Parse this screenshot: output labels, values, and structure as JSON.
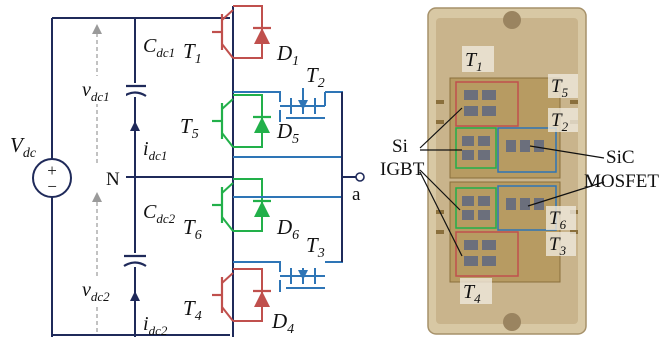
{
  "schematic": {
    "source": {
      "label": "V",
      "sub": "dc",
      "plus": "+",
      "minus": "−"
    },
    "caps": [
      {
        "label": "C",
        "sub": "dc1"
      },
      {
        "label": "C",
        "sub": "dc2"
      }
    ],
    "voltages": [
      {
        "label": "v",
        "sub": "dc1"
      },
      {
        "label": "v",
        "sub": "dc2"
      }
    ],
    "currents": [
      {
        "label": "i",
        "sub": "dc1"
      },
      {
        "label": "i",
        "sub": "dc2"
      }
    ],
    "neutral": "N",
    "output": "a",
    "igbts": [
      {
        "T": "T",
        "t_sub": "1",
        "D": "D",
        "d_sub": "1",
        "color": "#c0504d"
      },
      {
        "T": "T",
        "t_sub": "5",
        "D": "D",
        "d_sub": "5",
        "color": "#22b04a"
      },
      {
        "T": "T",
        "t_sub": "6",
        "D": "D",
        "d_sub": "6",
        "color": "#22b04a"
      },
      {
        "T": "T",
        "t_sub": "4",
        "D": "D",
        "d_sub": "4",
        "color": "#c0504d"
      }
    ],
    "mosfets": [
      {
        "T": "T",
        "t_sub": "2",
        "color": "#2e75b6"
      },
      {
        "T": "T",
        "t_sub": "3",
        "color": "#2e75b6"
      }
    ]
  },
  "photo": {
    "left_labels": [
      "Si",
      "IGBT"
    ],
    "right_labels": [
      "SiC",
      "MOSFET"
    ],
    "tags": [
      {
        "T": "T",
        "sub": "1"
      },
      {
        "T": "T",
        "sub": "5"
      },
      {
        "T": "T",
        "sub": "2"
      },
      {
        "T": "T",
        "sub": "6"
      },
      {
        "T": "T",
        "sub": "3"
      },
      {
        "T": "T",
        "sub": "4"
      }
    ]
  }
}
